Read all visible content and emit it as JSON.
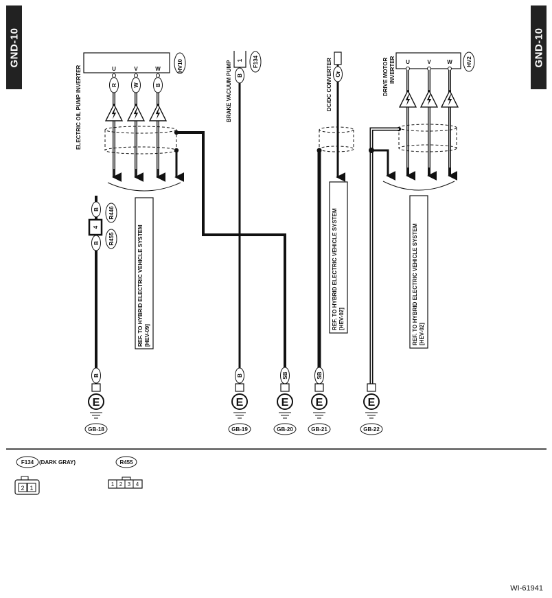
{
  "page": {
    "tab_label": "GND-10",
    "figure_id": "WI-61941"
  },
  "components": {
    "oil_pump_inverter": {
      "name": "ELECTRIC OIL PUMP INVERTER",
      "connector": "HV10",
      "pins": [
        "U",
        "V",
        "W"
      ],
      "wire_colors": [
        "R",
        "W",
        "B"
      ]
    },
    "brake_vacuum_pump": {
      "name": "BRAKE VACUUM PUMP",
      "connector": "F134",
      "pin": "1",
      "wire_color": "B"
    },
    "dcdc_converter": {
      "name": "DC/DC CONVERTER",
      "wire_color": "Or"
    },
    "drive_motor_inverter": {
      "name_line1": "DRIVE MOTOR",
      "name_line2": "INVERTER",
      "connector": "HV2",
      "pins": [
        "U",
        "V",
        "W"
      ]
    }
  },
  "connectors_inline": {
    "r446": {
      "label": "R446",
      "wire_color": "B"
    },
    "r455": {
      "label": "R455",
      "wire_color": "B",
      "pin": "4"
    }
  },
  "references": {
    "ref1": {
      "line1": "REF. TO HYBRID ELECTRIC VEHICLE SYSTEM",
      "line2": "[HEV-09]"
    },
    "ref2": {
      "line1": "REF. TO HYBRID ELECTRIC VEHICLE SYSTEM",
      "line2": "[HEV-02]"
    },
    "ref3": {
      "line1": "REF. TO HYBRID ELECTRIC VEHICLE SYSTEM",
      "line2": "[HEV-02]"
    }
  },
  "grounds": [
    {
      "id": "GB-18",
      "wire_color": "B",
      "symbol": "E"
    },
    {
      "id": "GB-19",
      "wire_color": "B",
      "symbol": "E"
    },
    {
      "id": "GB-20",
      "wire_color": "SB",
      "symbol": "E"
    },
    {
      "id": "GB-21",
      "wire_color": "SB",
      "symbol": "E"
    },
    {
      "id": "GB-22",
      "wire_color": "",
      "symbol": "E"
    }
  ],
  "legend": {
    "f134": {
      "label": "F134",
      "note": "(DARK GRAY)",
      "pins": [
        "2",
        "1"
      ]
    },
    "r455": {
      "label": "R455",
      "pins": [
        "1",
        "2",
        "3",
        "4"
      ]
    }
  }
}
